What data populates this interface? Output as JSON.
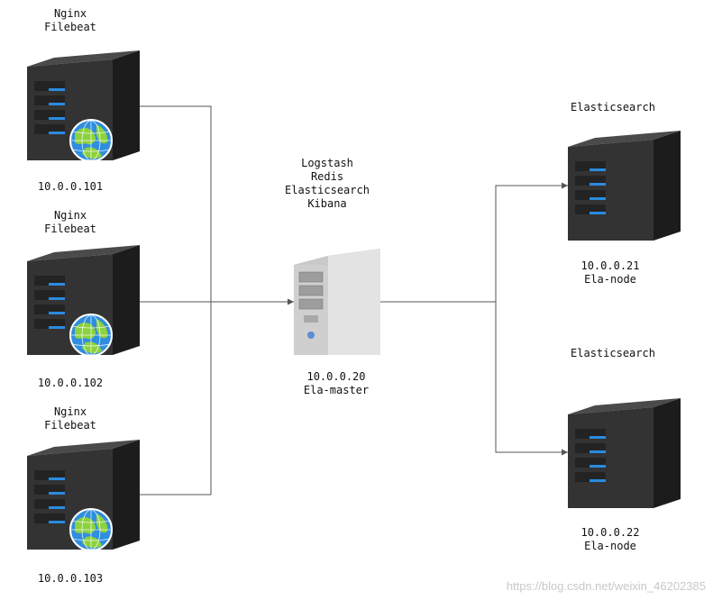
{
  "colors": {
    "server_dark": "#2f2f2f",
    "server_side": "#1c1c1c",
    "server_top": "#4a4a4a",
    "led_blue": "#2a8be0",
    "globe_blue": "#2f8ee0",
    "globe_land": "#8cd13f",
    "master_body": "#d6d6d6",
    "connector": "#555555"
  },
  "clients": [
    {
      "services": [
        "Nginx",
        "Filebeat"
      ],
      "ip": "10.0.0.101",
      "icon": "server-globe-icon"
    },
    {
      "services": [
        "Nginx",
        "Filebeat"
      ],
      "ip": "10.0.0.102",
      "icon": "server-globe-icon"
    },
    {
      "services": [
        "Nginx",
        "Filebeat"
      ],
      "ip": "10.0.0.103",
      "icon": "server-globe-icon"
    }
  ],
  "master": {
    "services": [
      "Logstash",
      "Redis",
      "Elasticsearch",
      "Kibana"
    ],
    "ip": "10.0.0.20",
    "role": "Ela-master",
    "icon": "tower-server-icon"
  },
  "nodes": [
    {
      "service": "Elasticsearch",
      "ip": "10.0.0.21",
      "role": "Ela-node",
      "icon": "server-icon"
    },
    {
      "service": "Elasticsearch",
      "ip": "10.0.0.22",
      "role": "Ela-node",
      "icon": "server-icon"
    }
  ],
  "watermark": "https://blog.csdn.net/weixin_46202385"
}
